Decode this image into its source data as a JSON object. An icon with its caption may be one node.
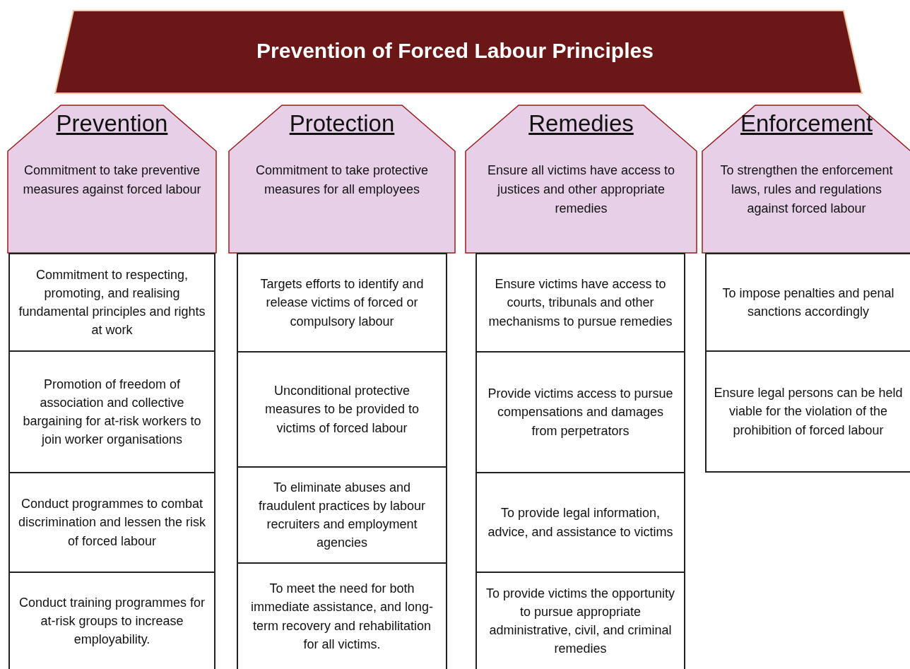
{
  "diagram": {
    "title": "Prevention of Forced Labour Principles",
    "nodes": [
      {
        "text": [
          "Prevention",
          "Commitment to take preventive measures against forced labour"
        ]
      },
      {
        "text": [
          "Commitment to respecting, promoting, and realising fundamental principles and rights at work"
        ]
      },
      {
        "text": [
          "Promotion of freedom of association and collective bargaining for at-risk workers to join worker organisations"
        ]
      },
      {
        "text": [
          "Conduct programmes to combat discrimination and lessen the risk of forced labour"
        ]
      },
      {
        "text": [
          "Conduct training programmes for at-risk groups to increase employability."
        ]
      },
      {
        "text": [
          "Protection",
          "Commitment to take protective measures for all employees"
        ]
      },
      {
        "text": [
          "Targets efforts to identify and release victims of forced or compulsory labour"
        ]
      },
      {
        "text": [
          "Unconditional protective measures to be provided to victims of forced labour"
        ]
      },
      {
        "text": [
          "To eliminate abuses and fraudulent practices by labour recruiters and employment agencies"
        ]
      },
      {
        "text": [
          "To meet the need for both immediate assistance, and long-term recovery and rehabilitation for all victims."
        ]
      },
      {
        "text": [
          "Remedies",
          "Ensure all victims have access to justices and other appropriate remedies"
        ]
      },
      {
        "text": [
          "Ensure victims have access to courts, tribunals and other mechanisms to pursue remedies"
        ]
      },
      {
        "text": [
          "Provide victims access to pursue compensations and damages from perpetrators"
        ]
      },
      {
        "text": [
          "To provide legal information, advice, and assistance to victims"
        ]
      },
      {
        "text": [
          "To provide victims the opportunity to pursue appropriate administrative, civil, and criminal remedies"
        ]
      },
      {
        "text": [
          "Enforcement",
          "To strengthen the enforcement laws, rules and regulations against forced labour"
        ]
      },
      {
        "text": [
          "To impose penalties and penal sanctions accordingly"
        ]
      },
      {
        "text": [
          "Ensure legal persons can be held viable for the violation of the prohibition of forced labour"
        ]
      }
    ],
    "edges": []
  }
}
